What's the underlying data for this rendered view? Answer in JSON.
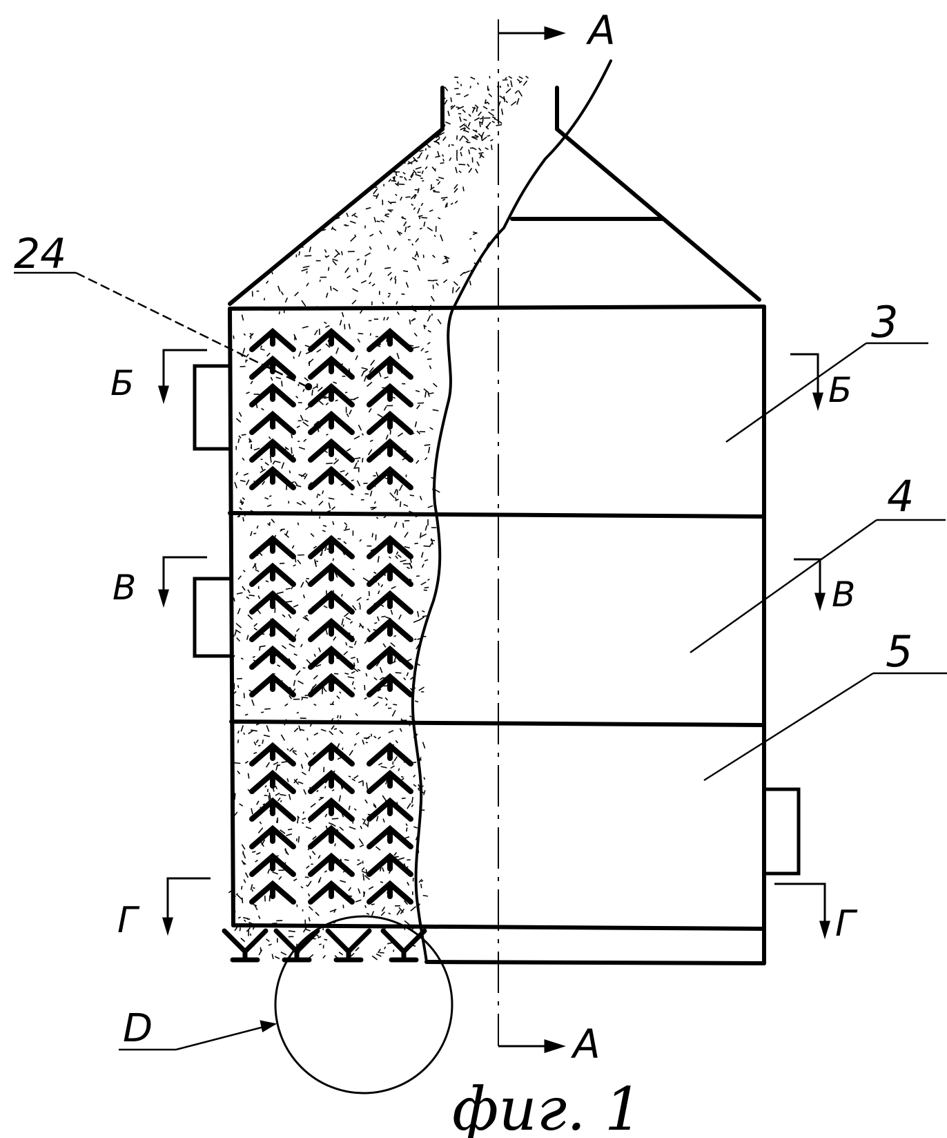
{
  "labels": {
    "section_top": "A",
    "section_bottom": "A",
    "b_left": "Б",
    "b_right": "Б",
    "v_left": "В",
    "v_right": "В",
    "g_left": "Г",
    "g_right": "Г",
    "part_24": "24",
    "part_3": "3",
    "part_4": "4",
    "part_5": "5",
    "detail_d": "D"
  },
  "caption": "фиг. 1",
  "colors": {
    "ink": "#000000",
    "paper": "#ffffff"
  }
}
